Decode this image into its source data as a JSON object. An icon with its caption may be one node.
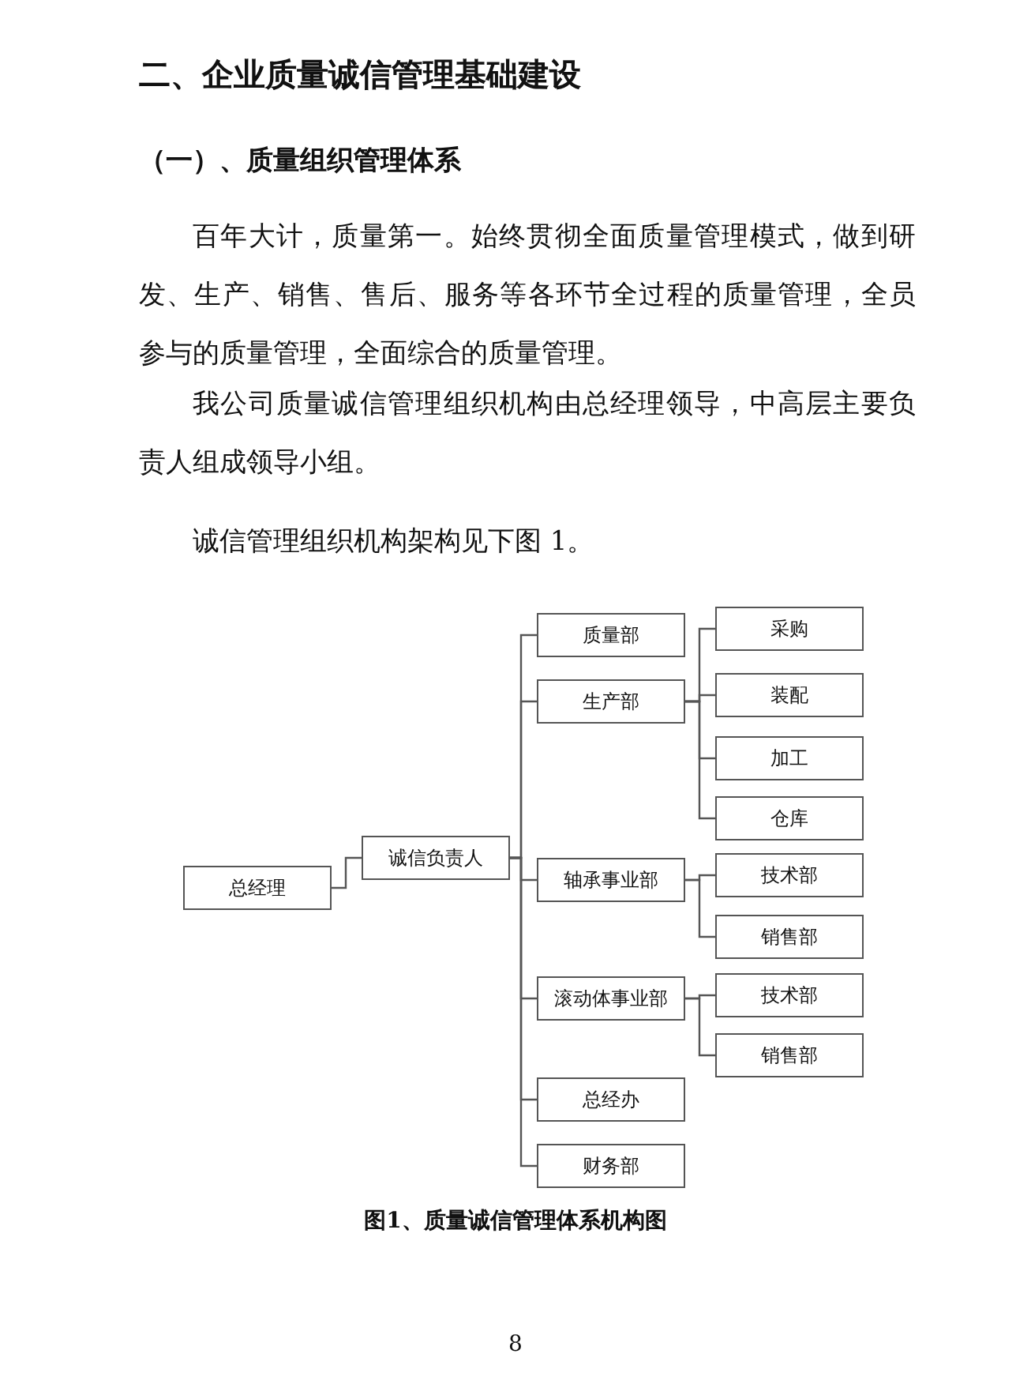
{
  "diagram": {
    "title": "二、企业质量诚信管理基础建设",
    "caption": "图1、质量诚信管理体系机构图",
    "nodes": [
      {
        "text": [
          "总经理"
        ]
      },
      {
        "text": [
          "诚信负责人"
        ]
      },
      {
        "text": [
          "质量部"
        ]
      },
      {
        "text": [
          "生产部"
        ]
      },
      {
        "text": [
          "采购"
        ]
      },
      {
        "text": [
          "装配"
        ]
      },
      {
        "text": [
          "加工"
        ]
      },
      {
        "text": [
          "仓库"
        ]
      },
      {
        "text": [
          "轴承事业部"
        ]
      },
      {
        "text": [
          "技术部"
        ]
      },
      {
        "text": [
          "销售部"
        ]
      },
      {
        "text": [
          "滚动体事业部"
        ]
      },
      {
        "text": [
          "技术部"
        ]
      },
      {
        "text": [
          "销售部"
        ]
      },
      {
        "text": [
          "总经办"
        ]
      },
      {
        "text": [
          "财务部"
        ]
      }
    ],
    "edges": [
      {
        "from": 0,
        "to": 1,
        "arrow": "none"
      },
      {
        "from": 1,
        "to": 2,
        "arrow": "none"
      },
      {
        "from": 1,
        "to": 3,
        "arrow": "none"
      },
      {
        "from": 3,
        "to": 4,
        "arrow": "none"
      },
      {
        "from": 3,
        "to": 5,
        "arrow": "none"
      },
      {
        "from": 3,
        "to": 6,
        "arrow": "none"
      },
      {
        "from": 3,
        "to": 7,
        "arrow": "none"
      },
      {
        "from": 1,
        "to": 8,
        "arrow": "none"
      },
      {
        "from": 8,
        "to": 9,
        "arrow": "none"
      },
      {
        "from": 8,
        "to": 10,
        "arrow": "none"
      },
      {
        "from": 1,
        "to": 11,
        "arrow": "none"
      },
      {
        "from": 11,
        "to": 12,
        "arrow": "none"
      },
      {
        "from": 11,
        "to": 13,
        "arrow": "none"
      },
      {
        "from": 1,
        "to": 14,
        "arrow": "none"
      },
      {
        "from": 1,
        "to": 15,
        "arrow": "none"
      }
    ],
    "labels": [
      "（一）、质量组织管理体系",
      "百年大计，质量第一。始终贯彻全面质量管理模式，做到研发、生产、销售、售后、服务等各环节全过程的质量管理，全员参与的质量管理，全面综合的质量管理。",
      "我公司质量诚信管理组织机构由总经理领导，中高层主要负责人组成领导小组。",
      "诚信管理组织机构架构见下图 1。",
      "8"
    ]
  }
}
